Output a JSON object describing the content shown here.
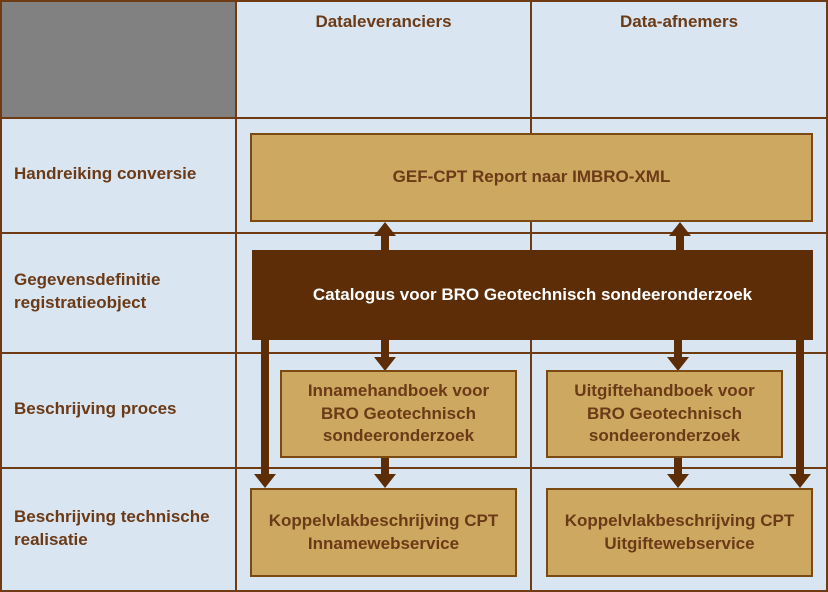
{
  "header": {
    "col_suppliers": "Dataleveranciers",
    "col_consumers": "Data-afnemers"
  },
  "rows": [
    {
      "label": "Handreiking conversie"
    },
    {
      "label": "Gegevensdefinitie registratieobject"
    },
    {
      "label": "Beschrijving proces"
    },
    {
      "label": "Beschrijving technische realisatie"
    }
  ],
  "boxes": {
    "gef_cpt": "GEF-CPT Report naar IMBRO-XML",
    "catalogus": "Catalogus voor BRO Geotechnisch sondeeronderzoek",
    "innamehandboek": "Innamehandboek voor BRO Geotechnisch sondeeronderzoek",
    "uitgiftehandboek": "Uitgiftehandboek voor BRO Geotechnisch sondeeronderzoek",
    "koppelvlak_inname": "Koppelvlakbeschrijving CPT Innamewebservice",
    "koppelvlak_uitgifte": "Koppelvlakbeschrijving CPT Uitgiftewebservice"
  },
  "colors": {
    "light_blue": "#D9E5F1",
    "gray": "#818181",
    "tan": "#CDA861",
    "tan_border": "#7B4A12",
    "dark_brown": "#5C2D07",
    "grid_brown": "#6E3B13",
    "text_brown": "#6B3A17"
  }
}
